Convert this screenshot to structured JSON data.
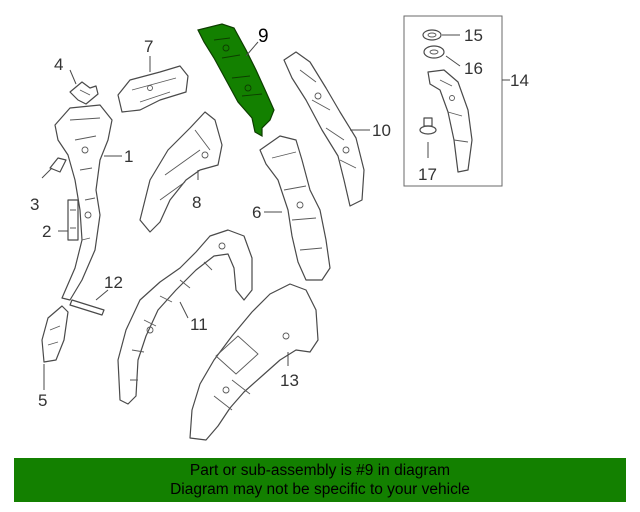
{
  "diagram": {
    "highlighted_part": "9",
    "highlight_color": "#138000",
    "callouts": {
      "p1": "1",
      "p2": "2",
      "p3": "3",
      "p4": "4",
      "p5": "5",
      "p6": "6",
      "p7": "7",
      "p8": "8",
      "p9": "9",
      "p10": "10",
      "p11": "11",
      "p12": "12",
      "p13": "13",
      "p14": "14",
      "p15": "15",
      "p16": "16",
      "p17": "17"
    }
  },
  "banner": {
    "line1": "Part or sub-assembly is #9 in diagram",
    "line2": "Diagram may not be specific to your vehicle",
    "background": "#138000"
  }
}
